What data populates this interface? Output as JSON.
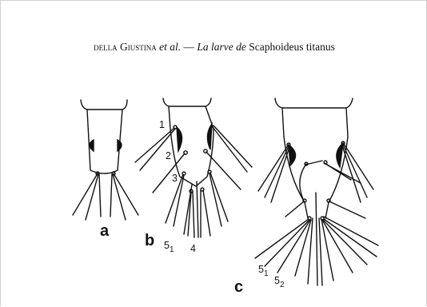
{
  "header": {
    "authors_sc": "della Giustina",
    "etal": "et al.",
    "dash": " — ",
    "title_italic": "La larve de",
    "species": "Scaphoideus titanus"
  },
  "figure": {
    "panel_a_label": "a",
    "panel_b_label": "b",
    "panel_c_label": "c",
    "b_seta_labels": {
      "s1": "1",
      "s2": "2",
      "s3": "3",
      "s4": "4",
      "s5_main": "5",
      "s5_sub": "1"
    },
    "c_seta_labels": {
      "s51_main": "5",
      "s51_sub": "1",
      "s52_main": "5",
      "s52_sub": "2"
    }
  }
}
